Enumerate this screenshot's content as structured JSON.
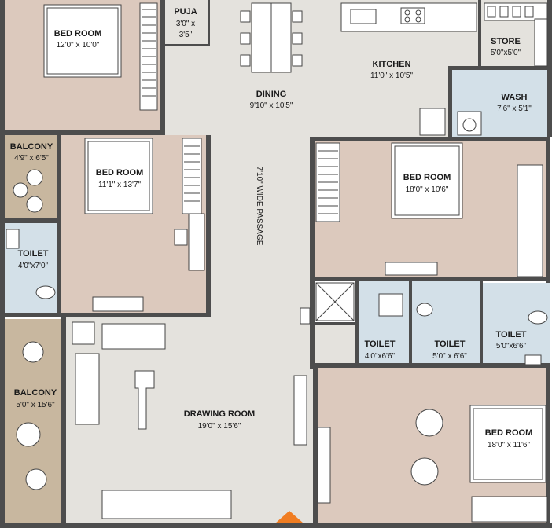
{
  "rooms": {
    "bed_room_1": {
      "name": "BED ROOM",
      "size": "12'0\" x 10'0\""
    },
    "puja": {
      "name": "PUJA",
      "size_line1": "3'0\" x",
      "size_line2": "3'5\""
    },
    "dining": {
      "name": "DINING",
      "size": "9'10\" x 10'5\""
    },
    "kitchen": {
      "name": "KITCHEN",
      "size": "11'0\" x 10'5\""
    },
    "store": {
      "name": "STORE",
      "size": "5'0\"x5'0\""
    },
    "wash": {
      "name": "WASH",
      "size": "7'6\" x 5'1\""
    },
    "balcony_1": {
      "name": "BALCONY",
      "size": "4'9\" x 6'5\""
    },
    "bed_room_2": {
      "name": "BED ROOM",
      "size": "11'1\" x 13'7\""
    },
    "passage": {
      "name": "7'10\" WIDE PASSAGE"
    },
    "bed_room_3": {
      "name": "BED ROOM",
      "size": "18'0\" x 10'6\""
    },
    "toilet_1": {
      "name": "TOILET",
      "size": "4'0\"x7'0\""
    },
    "toilet_2": {
      "name": "TOILET",
      "size": "4'0\"x6'6\""
    },
    "toilet_3": {
      "name": "TOILET",
      "size": "5'0\" x 6'6\""
    },
    "toilet_4": {
      "name": "TOILET",
      "size": "5'0\"x6'6\""
    },
    "balcony_2": {
      "name": "BALCONY",
      "size": "5'0\" x 15'6\""
    },
    "drawing_room": {
      "name": "DRAWING ROOM",
      "size": "19'0\" x 15'6\""
    },
    "bed_room_4": {
      "name": "BED ROOM",
      "size": "18'0\" x 11'6\""
    }
  },
  "colors": {
    "bedroom": "#dcc9bd",
    "balcony": "#c8b79f",
    "common": "#e4e2dd",
    "toilet": "#d3e0e8",
    "wall": "#4d4d4d",
    "entrance": "#f07d22"
  }
}
